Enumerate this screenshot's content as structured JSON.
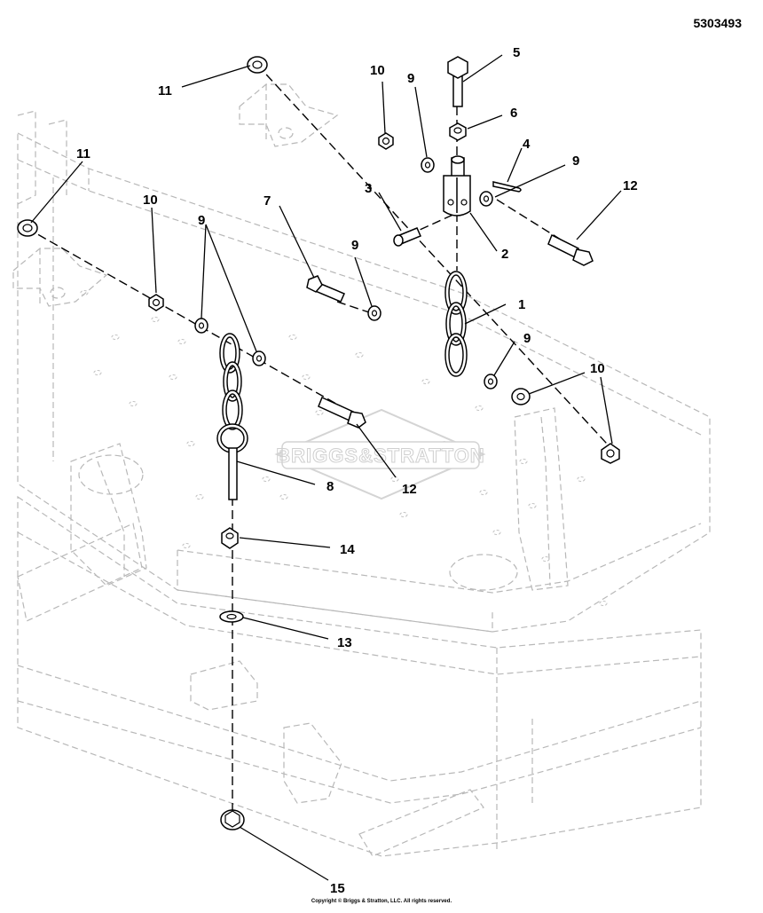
{
  "document": {
    "number": "5303493",
    "copyright": "Copyright © Briggs & Stratton, LLC. All rights reserved.",
    "watermark": "BRIGGS&STRATTON"
  },
  "callouts": [
    {
      "id": "c1",
      "label": "1"
    },
    {
      "id": "c2",
      "label": "2"
    },
    {
      "id": "c3",
      "label": "3"
    },
    {
      "id": "c4",
      "label": "4"
    },
    {
      "id": "c5",
      "label": "5"
    },
    {
      "id": "c6",
      "label": "6"
    },
    {
      "id": "c7",
      "label": "7"
    },
    {
      "id": "c8",
      "label": "8"
    },
    {
      "id": "c9a",
      "label": "9"
    },
    {
      "id": "c9b",
      "label": "9"
    },
    {
      "id": "c9c",
      "label": "9"
    },
    {
      "id": "c9d",
      "label": "9"
    },
    {
      "id": "c9e",
      "label": "9"
    },
    {
      "id": "c10a",
      "label": "10"
    },
    {
      "id": "c10b",
      "label": "10"
    },
    {
      "id": "c10c",
      "label": "10"
    },
    {
      "id": "c11a",
      "label": "11"
    },
    {
      "id": "c11b",
      "label": "11"
    },
    {
      "id": "c12a",
      "label": "12"
    },
    {
      "id": "c12b",
      "label": "12"
    },
    {
      "id": "c13",
      "label": "13"
    },
    {
      "id": "c14",
      "label": "14"
    },
    {
      "id": "c15",
      "label": "15"
    }
  ]
}
